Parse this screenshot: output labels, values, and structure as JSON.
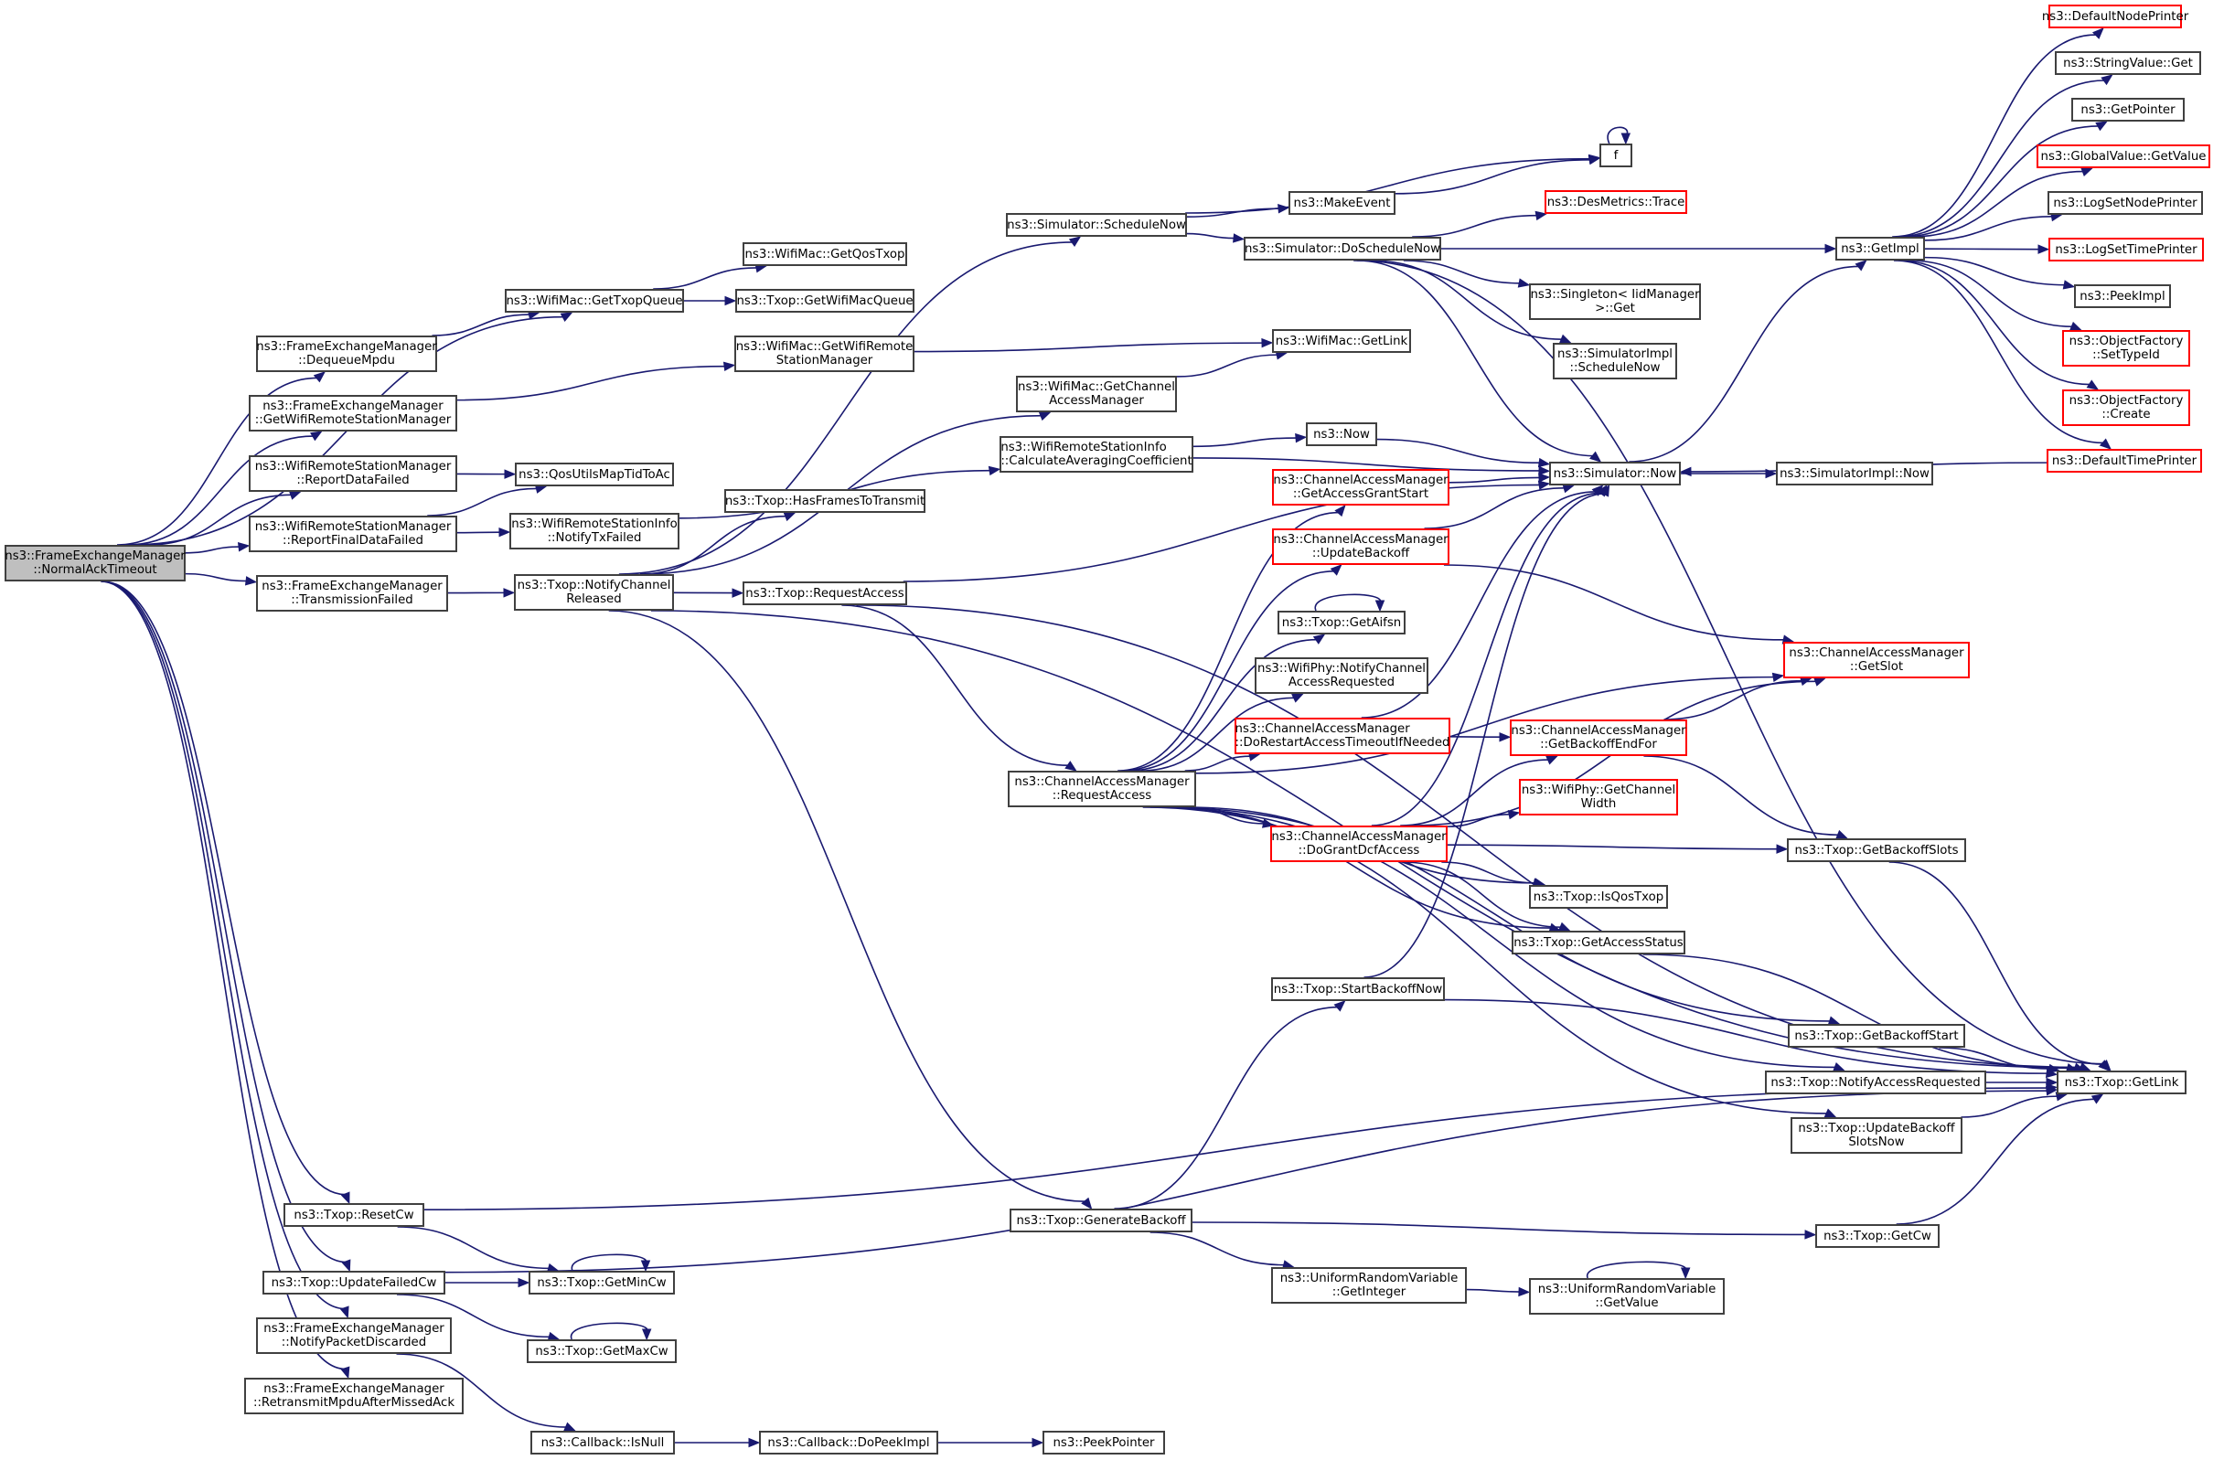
{
  "title": "Call graph of ns3::FrameExchangeManager::NormalAckTimeout",
  "colors": {
    "edge": "#191970",
    "border": "#404040",
    "link_missing": "#ff0000",
    "root_fill": "#bfbfbf"
  },
  "nodes": {
    "root": "ns3::FrameExchangeManager\n::NormalAckTimeout",
    "dequeueMpdu": "ns3::FrameExchangeManager\n::DequeueMpdu",
    "femGetWrsm": "ns3::FrameExchangeManager\n::GetWifiRemoteStationManager",
    "reportDataFailed": "ns3::WifiRemoteStationManager\n::ReportDataFailed",
    "reportFinalDataFailed": "ns3::WifiRemoteStationManager\n::ReportFinalDataFailed",
    "transmissionFailed": "ns3::FrameExchangeManager\n::TransmissionFailed",
    "resetCw": "ns3::Txop::ResetCw",
    "updateFailedCw": "ns3::Txop::UpdateFailedCw",
    "notifyPacketDiscarded": "ns3::FrameExchangeManager\n::NotifyPacketDiscarded",
    "retransmitMpdu": "ns3::FrameExchangeManager\n::RetransmitMpduAfterMissedAck",
    "getTxopQueue": "ns3::WifiMac::GetTxopQueue",
    "getQosTxop": "ns3::WifiMac::GetQosTxop",
    "getWifiMacQueue": "ns3::Txop::GetWifiMacQueue",
    "macGetWrsm": "ns3::WifiMac::GetWifiRemote\nStationManager",
    "qosUtils": "ns3::QosUtilsMapTidToAc",
    "notifyTxFailed": "ns3::WifiRemoteStationInfo\n::NotifyTxFailed",
    "notifyChannelReleased": "ns3::Txop::NotifyChannel\nReleased",
    "hasFrames": "ns3::Txop::HasFramesToTransmit",
    "txopRequestAccess": "ns3::Txop::RequestAccess",
    "getMinCw": "ns3::Txop::GetMinCw",
    "getMaxCw": "ns3::Txop::GetMaxCw",
    "isNull": "ns3::Callback::IsNull",
    "doPeekImpl": "ns3::Callback::DoPeekImpl",
    "peekPointer": "ns3::PeekPointer",
    "scheduleNow": "ns3::Simulator::ScheduleNow",
    "makeEvent": "ns3::MakeEvent",
    "doScheduleNow": "ns3::Simulator::DoScheduleNow",
    "f": "f",
    "desMetrics": "ns3::DesMetrics::Trace",
    "getImpl": "ns3::GetImpl",
    "singleton": "ns3::Singleton< IidManager\n>::Get",
    "simImplScheduleNow": "ns3::SimulatorImpl\n::ScheduleNow",
    "macGetLink": "ns3::WifiMac::GetLink",
    "macGetCam": "ns3::WifiMac::GetChannel\nAccessManager",
    "calcAvg": "ns3::WifiRemoteStationInfo\n::CalculateAveragingCoefficient",
    "now": "ns3::Now",
    "simNow": "ns3::Simulator::Now",
    "simImplNow": "ns3::SimulatorImpl::Now",
    "camGetAccessGrantStart": "ns3::ChannelAccessManager\n::GetAccessGrantStart",
    "camUpdateBackoff": "ns3::ChannelAccessManager\n::UpdateBackoff",
    "getAifsn": "ns3::Txop::GetAifsn",
    "phyNotify": "ns3::WifiPhy::NotifyChannel\nAccessRequested",
    "camDoRestart": "ns3::ChannelAccessManager\n::DoRestartAccessTimeoutIfNeeded",
    "camRequestAccess": "ns3::ChannelAccessManager\n::RequestAccess",
    "camDoGrant": "ns3::ChannelAccessManager\n::DoGrantDcfAccess",
    "camGetSlot": "ns3::ChannelAccessManager\n::GetSlot",
    "camGetBackoffEndFor": "ns3::ChannelAccessManager\n::GetBackoffEndFor",
    "phyGetChannelWidth": "ns3::WifiPhy::GetChannel\nWidth",
    "getBackoffSlots": "ns3::Txop::GetBackoffSlots",
    "isQosTxop": "ns3::Txop::IsQosTxop",
    "getAccessStatus": "ns3::Txop::GetAccessStatus",
    "startBackoffNow": "ns3::Txop::StartBackoffNow",
    "getBackoffStart": "ns3::Txop::GetBackoffStart",
    "notifyAccessRequested": "ns3::Txop::NotifyAccessRequested",
    "updateBackoffSlotsNow": "ns3::Txop::UpdateBackoff\nSlotsNow",
    "txopGetLink": "ns3::Txop::GetLink",
    "generateBackoff": "ns3::Txop::GenerateBackoff",
    "getCw": "ns3::Txop::GetCw",
    "urvGetInteger": "ns3::UniformRandomVariable\n::GetInteger",
    "urvGetValue": "ns3::UniformRandomVariable\n::GetValue",
    "defaultNodePrinter": "ns3::DefaultNodePrinter",
    "stringValueGet": "ns3::StringValue::Get",
    "getPointer": "ns3::GetPointer",
    "globalValueGetValue": "ns3::GlobalValue::GetValue",
    "logSetNodePrinter": "ns3::LogSetNodePrinter",
    "logSetTimePrinter": "ns3::LogSetTimePrinter",
    "peekImpl": "ns3::PeekImpl",
    "ofSetTypeId": "ns3::ObjectFactory\n::SetTypeId",
    "ofCreate": "ns3::ObjectFactory\n::Create",
    "defaultTimePrinter": "ns3::DefaultTimePrinter"
  },
  "red_nodes": [
    "desMetrics",
    "camGetAccessGrantStart",
    "camUpdateBackoff",
    "camDoRestart",
    "camDoGrant",
    "camGetSlot",
    "camGetBackoffEndFor",
    "phyGetChannelWidth",
    "defaultNodePrinter",
    "globalValueGetValue",
    "logSetTimePrinter",
    "ofSetTypeId",
    "ofCreate",
    "defaultTimePrinter"
  ],
  "edges": [
    [
      "root",
      "getTxopQueue"
    ],
    [
      "root",
      "dequeueMpdu"
    ],
    [
      "root",
      "femGetWrsm"
    ],
    [
      "root",
      "reportDataFailed"
    ],
    [
      "root",
      "reportFinalDataFailed"
    ],
    [
      "root",
      "transmissionFailed"
    ],
    [
      "root",
      "resetCw"
    ],
    [
      "root",
      "updateFailedCw"
    ],
    [
      "root",
      "notifyPacketDiscarded"
    ],
    [
      "root",
      "retransmitMpdu"
    ],
    [
      "dequeueMpdu",
      "getTxopQueue"
    ],
    [
      "getTxopQueue",
      "getQosTxop"
    ],
    [
      "getTxopQueue",
      "getWifiMacQueue"
    ],
    [
      "femGetWrsm",
      "macGetWrsm"
    ],
    [
      "macGetWrsm",
      "macGetLink"
    ],
    [
      "reportDataFailed",
      "qosUtils"
    ],
    [
      "reportFinalDataFailed",
      "qosUtils"
    ],
    [
      "reportFinalDataFailed",
      "notifyTxFailed"
    ],
    [
      "notifyTxFailed",
      "calcAvg"
    ],
    [
      "transmissionFailed",
      "notifyChannelReleased"
    ],
    [
      "notifyChannelReleased",
      "scheduleNow"
    ],
    [
      "notifyChannelReleased",
      "macGetCam"
    ],
    [
      "notifyChannelReleased",
      "hasFrames"
    ],
    [
      "notifyChannelReleased",
      "txopRequestAccess"
    ],
    [
      "notifyChannelReleased",
      "generateBackoff"
    ],
    [
      "notifyChannelReleased",
      "txopGetLink"
    ],
    [
      "txopRequestAccess",
      "simNow"
    ],
    [
      "txopRequestAccess",
      "camRequestAccess"
    ],
    [
      "txopRequestAccess",
      "txopGetLink"
    ],
    [
      "scheduleNow",
      "f"
    ],
    [
      "scheduleNow",
      "makeEvent"
    ],
    [
      "scheduleNow",
      "doScheduleNow"
    ],
    [
      "makeEvent",
      "f"
    ],
    [
      "f",
      "f"
    ],
    [
      "doScheduleNow",
      "desMetrics"
    ],
    [
      "doScheduleNow",
      "getImpl"
    ],
    [
      "doScheduleNow",
      "singleton"
    ],
    [
      "doScheduleNow",
      "simImplScheduleNow"
    ],
    [
      "doScheduleNow",
      "simNow"
    ],
    [
      "doScheduleNow",
      "txopGetLink"
    ],
    [
      "macGetCam",
      "macGetLink"
    ],
    [
      "calcAvg",
      "now"
    ],
    [
      "calcAvg",
      "simNow"
    ],
    [
      "now",
      "simNow"
    ],
    [
      "simNow",
      "getImpl"
    ],
    [
      "simNow",
      "simImplNow"
    ],
    [
      "getImpl",
      "defaultNodePrinter"
    ],
    [
      "getImpl",
      "stringValueGet"
    ],
    [
      "getImpl",
      "getPointer"
    ],
    [
      "getImpl",
      "globalValueGetValue"
    ],
    [
      "getImpl",
      "logSetNodePrinter"
    ],
    [
      "getImpl",
      "logSetTimePrinter"
    ],
    [
      "getImpl",
      "peekImpl"
    ],
    [
      "getImpl",
      "ofSetTypeId"
    ],
    [
      "getImpl",
      "ofCreate"
    ],
    [
      "getImpl",
      "defaultTimePrinter"
    ],
    [
      "defaultTimePrinter",
      "simNow"
    ],
    [
      "camRequestAccess",
      "camGetAccessGrantStart"
    ],
    [
      "camRequestAccess",
      "camUpdateBackoff"
    ],
    [
      "camRequestAccess",
      "getAifsn"
    ],
    [
      "camRequestAccess",
      "phyNotify"
    ],
    [
      "camRequestAccess",
      "camDoRestart"
    ],
    [
      "camRequestAccess",
      "camGetSlot"
    ],
    [
      "camRequestAccess",
      "camDoGrant"
    ],
    [
      "camRequestAccess",
      "isQosTxop"
    ],
    [
      "camRequestAccess",
      "getAccessStatus"
    ],
    [
      "camRequestAccess",
      "getBackoffStart"
    ],
    [
      "camRequestAccess",
      "notifyAccessRequested"
    ],
    [
      "camRequestAccess",
      "updateBackoffSlotsNow"
    ],
    [
      "camGetAccessGrantStart",
      "simNow"
    ],
    [
      "camUpdateBackoff",
      "simNow"
    ],
    [
      "camUpdateBackoff",
      "camGetSlot"
    ],
    [
      "getAifsn",
      "getAifsn"
    ],
    [
      "camDoRestart",
      "simNow"
    ],
    [
      "camDoRestart",
      "camGetBackoffEndFor"
    ],
    [
      "camDoGrant",
      "simNow"
    ],
    [
      "camDoGrant",
      "camGetSlot"
    ],
    [
      "camDoGrant",
      "camGetBackoffEndFor"
    ],
    [
      "camDoGrant",
      "phyGetChannelWidth"
    ],
    [
      "camDoGrant",
      "getBackoffSlots"
    ],
    [
      "camDoGrant",
      "isQosTxop"
    ],
    [
      "camDoGrant",
      "getAccessStatus"
    ],
    [
      "camGetBackoffEndFor",
      "camGetSlot"
    ],
    [
      "camGetBackoffEndFor",
      "getBackoffSlots"
    ],
    [
      "getBackoffSlots",
      "txopGetLink"
    ],
    [
      "getAccessStatus",
      "txopGetLink"
    ],
    [
      "startBackoffNow",
      "simNow"
    ],
    [
      "startBackoffNow",
      "txopGetLink"
    ],
    [
      "getBackoffStart",
      "txopGetLink"
    ],
    [
      "notifyAccessRequested",
      "txopGetLink"
    ],
    [
      "updateBackoffSlotsNow",
      "txopGetLink"
    ],
    [
      "generateBackoff",
      "startBackoffNow"
    ],
    [
      "generateBackoff",
      "getCw"
    ],
    [
      "generateBackoff",
      "urvGetInteger"
    ],
    [
      "getCw",
      "txopGetLink"
    ],
    [
      "urvGetInteger",
      "urvGetValue"
    ],
    [
      "urvGetValue",
      "urvGetValue"
    ],
    [
      "resetCw",
      "getMinCw"
    ],
    [
      "resetCw",
      "txopGetLink"
    ],
    [
      "updateFailedCw",
      "getMinCw"
    ],
    [
      "updateFailedCw",
      "getMaxCw"
    ],
    [
      "updateFailedCw",
      "txopGetLink"
    ],
    [
      "getMinCw",
      "getMinCw"
    ],
    [
      "getMaxCw",
      "getMaxCw"
    ],
    [
      "notifyPacketDiscarded",
      "isNull"
    ],
    [
      "isNull",
      "doPeekImpl"
    ],
    [
      "doPeekImpl",
      "peekPointer"
    ]
  ]
}
